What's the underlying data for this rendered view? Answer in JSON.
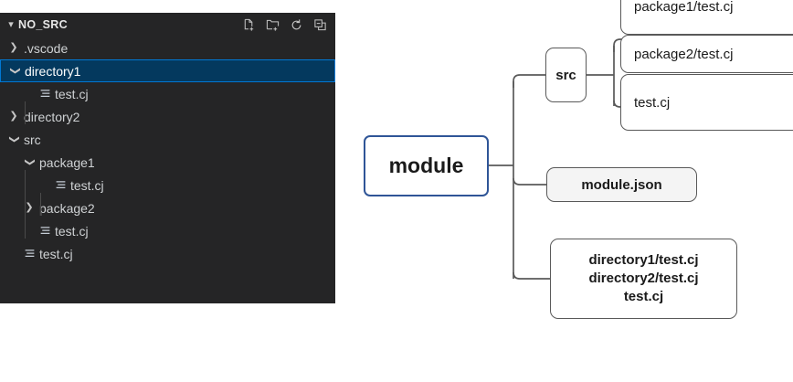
{
  "explorer": {
    "header": {
      "title": "NO_SRC",
      "collapse_chevron": "chevron-down",
      "toolbar": [
        {
          "name": "new-file-icon",
          "label": "New File"
        },
        {
          "name": "new-folder-icon",
          "label": "New Folder"
        },
        {
          "name": "refresh-icon",
          "label": "Refresh Explorer"
        },
        {
          "name": "collapse-all-icon",
          "label": "Collapse Folders in Explorer"
        }
      ]
    },
    "tree": [
      {
        "label": ".vscode",
        "type": "folder",
        "state": "collapsed",
        "depth": 0,
        "selected": false
      },
      {
        "label": "directory1",
        "type": "folder",
        "state": "expanded",
        "depth": 0,
        "selected": true
      },
      {
        "label": "test.cj",
        "type": "file",
        "state": "none",
        "depth": 1,
        "selected": false
      },
      {
        "label": "directory2",
        "type": "folder",
        "state": "collapsed",
        "depth": 0,
        "selected": false
      },
      {
        "label": "src",
        "type": "folder",
        "state": "expanded",
        "depth": 0,
        "selected": false
      },
      {
        "label": "package1",
        "type": "folder",
        "state": "expanded",
        "depth": 1,
        "selected": false
      },
      {
        "label": "test.cj",
        "type": "file",
        "state": "none",
        "depth": 2,
        "selected": false
      },
      {
        "label": "package2",
        "type": "folder",
        "state": "collapsed",
        "depth": 1,
        "selected": false
      },
      {
        "label": "test.cj",
        "type": "file",
        "state": "none",
        "depth": 1,
        "selected": false
      },
      {
        "label": "test.cj",
        "type": "file",
        "state": "none",
        "depth": 0,
        "selected": false
      }
    ],
    "colors": {
      "background": "#252526",
      "selected_fill": "#04395e",
      "selected_border": "#0078d4",
      "text": "#cfd2d4"
    }
  },
  "diagram": {
    "root": {
      "label": "module",
      "border": "#2f5597",
      "fill": "#ffffff"
    },
    "branches": [
      {
        "label": "src",
        "fill": "#ffffff",
        "border": "#595959",
        "children": [
          {
            "label": "package1/test.cj"
          },
          {
            "label": "package2/test.cj"
          },
          {
            "label": "test.cj"
          }
        ]
      },
      {
        "label": "module.json",
        "fill": "#f4f4f4",
        "border": "#595959",
        "children": []
      },
      {
        "label": "directory1/test.cj\ndirectory2/test.cj\ntest.cj",
        "fill": "#ffffff",
        "border": "#595959",
        "lines": [
          "directory1/test.cj",
          "directory2/test.cj",
          "test.cj"
        ]
      }
    ],
    "connector_color": "#595959"
  }
}
